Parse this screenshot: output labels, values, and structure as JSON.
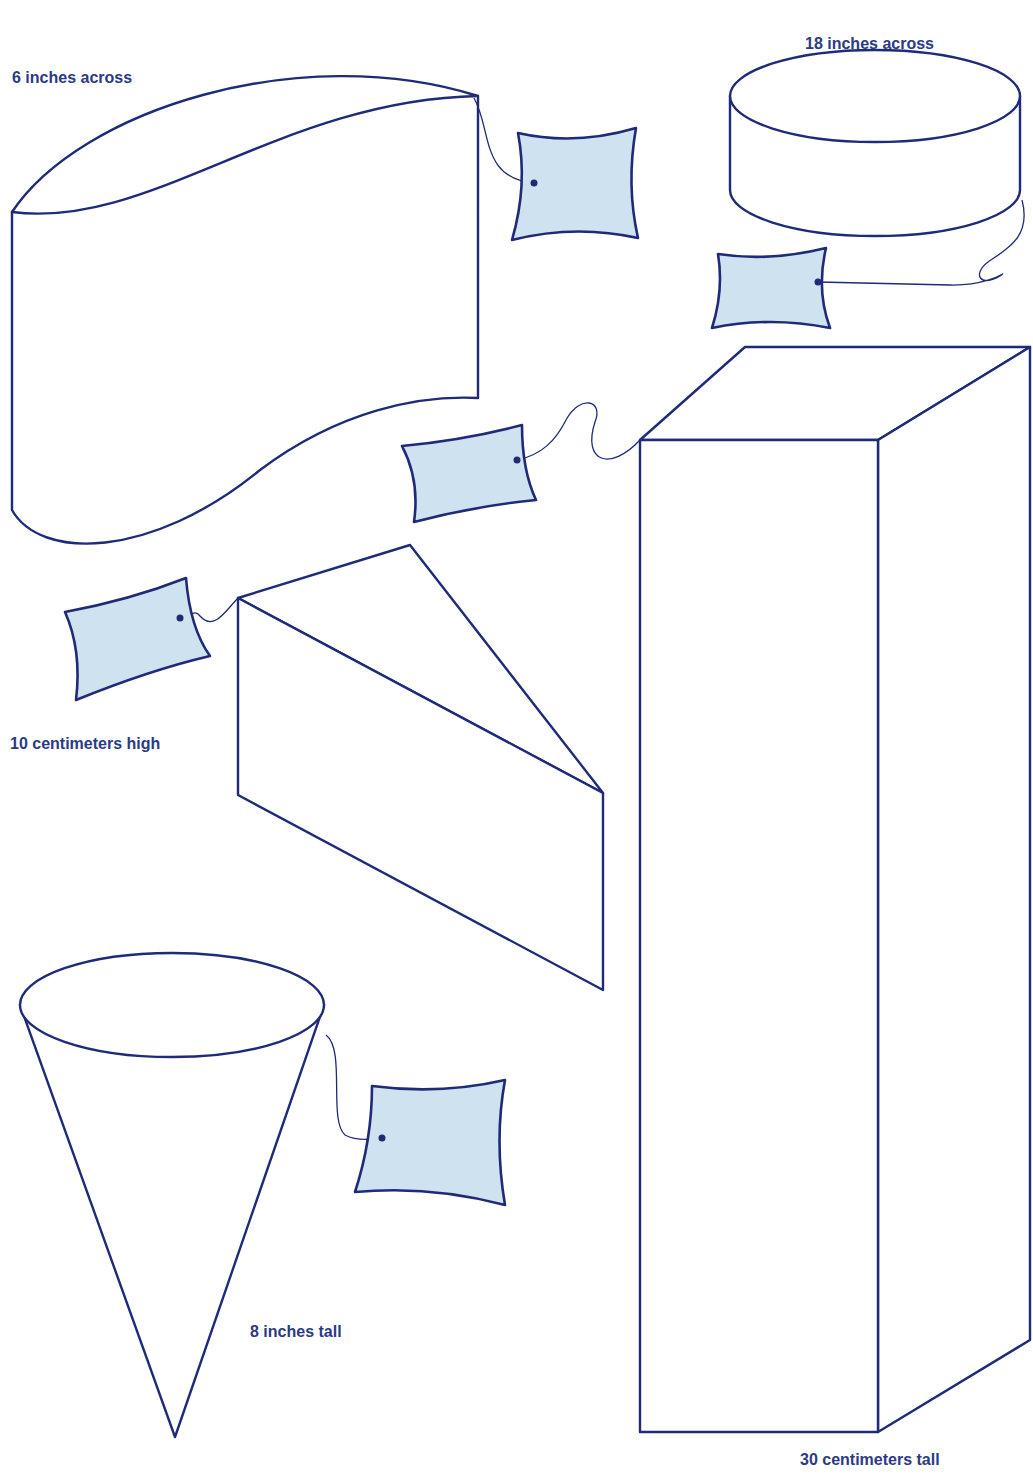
{
  "diagram": {
    "labels": [
      "6 inches across",
      "18 inches across",
      "10 centimeters high",
      "8 inches tall",
      "30 centimeters tall"
    ]
  }
}
